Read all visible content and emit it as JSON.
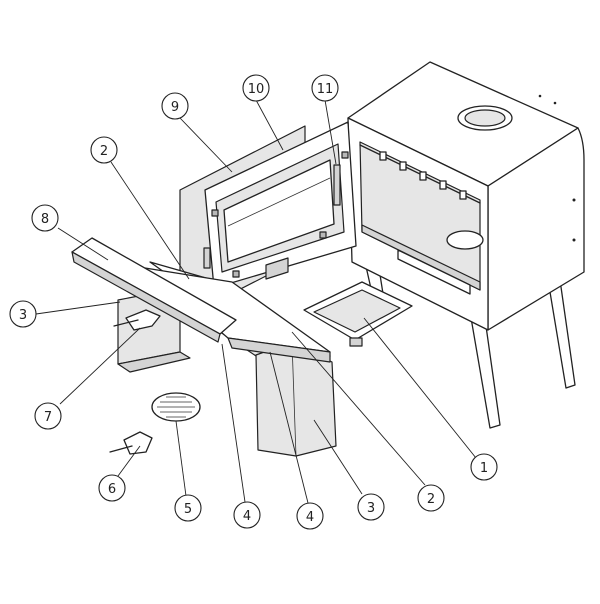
{
  "callouts": [
    {
      "id": "c10",
      "label": "10"
    },
    {
      "id": "c11",
      "label": "11"
    },
    {
      "id": "c9",
      "label": "9"
    },
    {
      "id": "c2a",
      "label": "2"
    },
    {
      "id": "c8",
      "label": "8"
    },
    {
      "id": "c3a",
      "label": "3"
    },
    {
      "id": "c7",
      "label": "7"
    },
    {
      "id": "c1",
      "label": "1"
    },
    {
      "id": "c6",
      "label": "6"
    },
    {
      "id": "c5",
      "label": "5"
    },
    {
      "id": "c4a",
      "label": "4"
    },
    {
      "id": "c4b",
      "label": "4"
    },
    {
      "id": "c3b",
      "label": "3"
    },
    {
      "id": "c2b",
      "label": "2"
    }
  ]
}
